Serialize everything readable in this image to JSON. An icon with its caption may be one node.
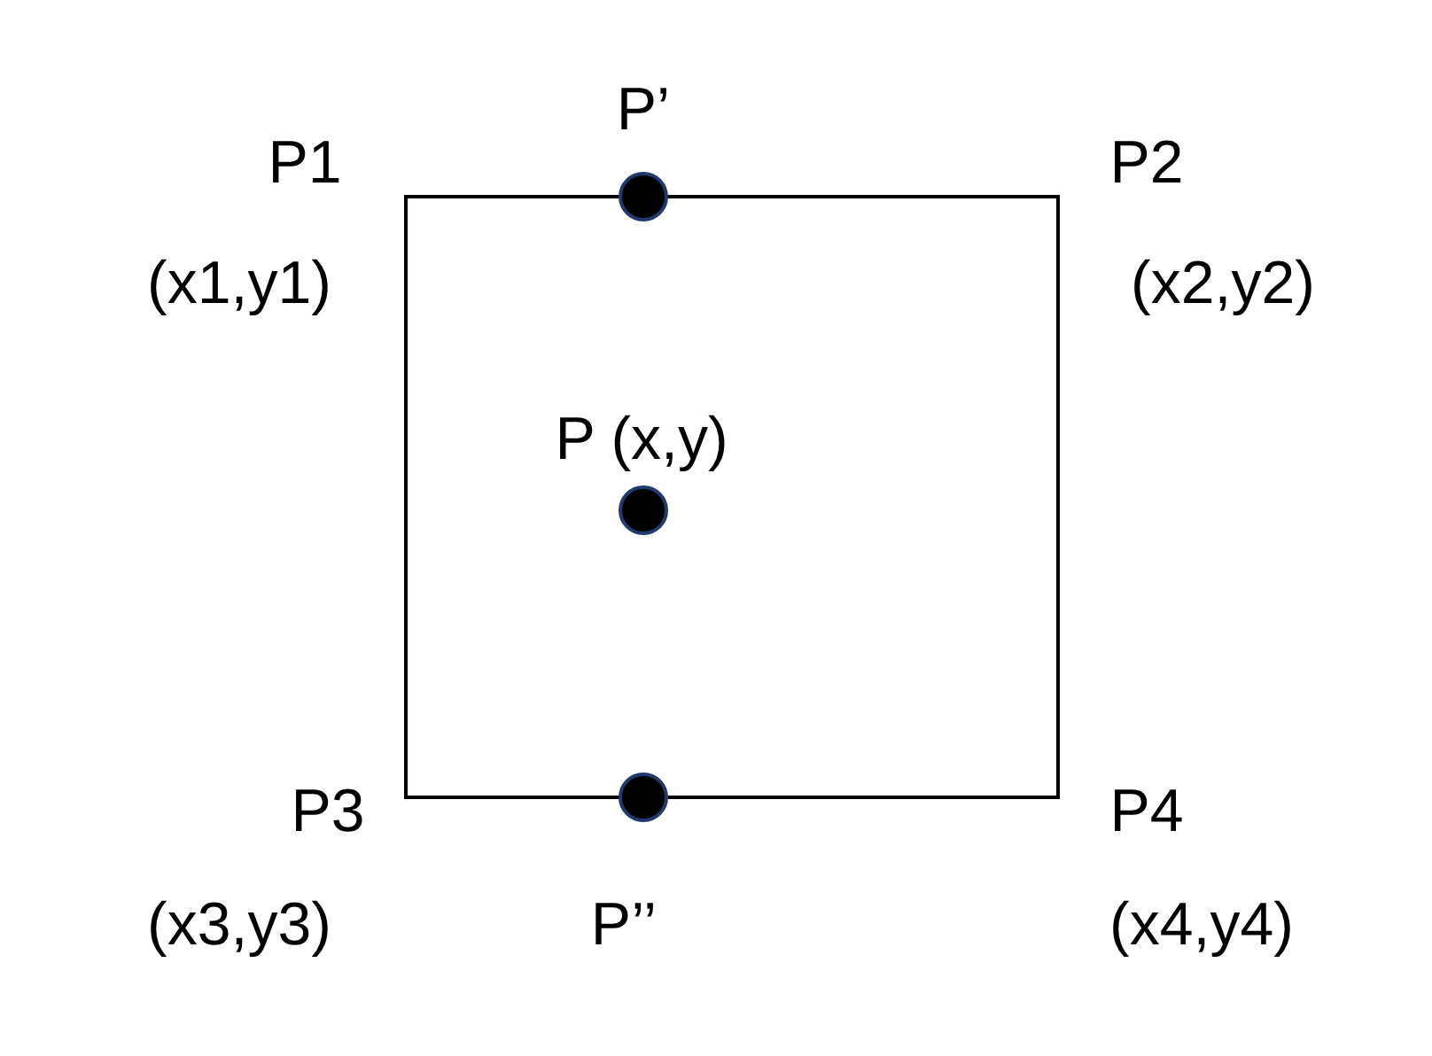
{
  "diagram": {
    "labels": [
      "P’",
      "P1",
      "P2",
      "(x1,y1)",
      "(x2,y2)",
      "P (x,y)",
      "P3",
      "P4",
      "(x3,y3)",
      "P’’",
      "(x4,y4)"
    ]
  }
}
